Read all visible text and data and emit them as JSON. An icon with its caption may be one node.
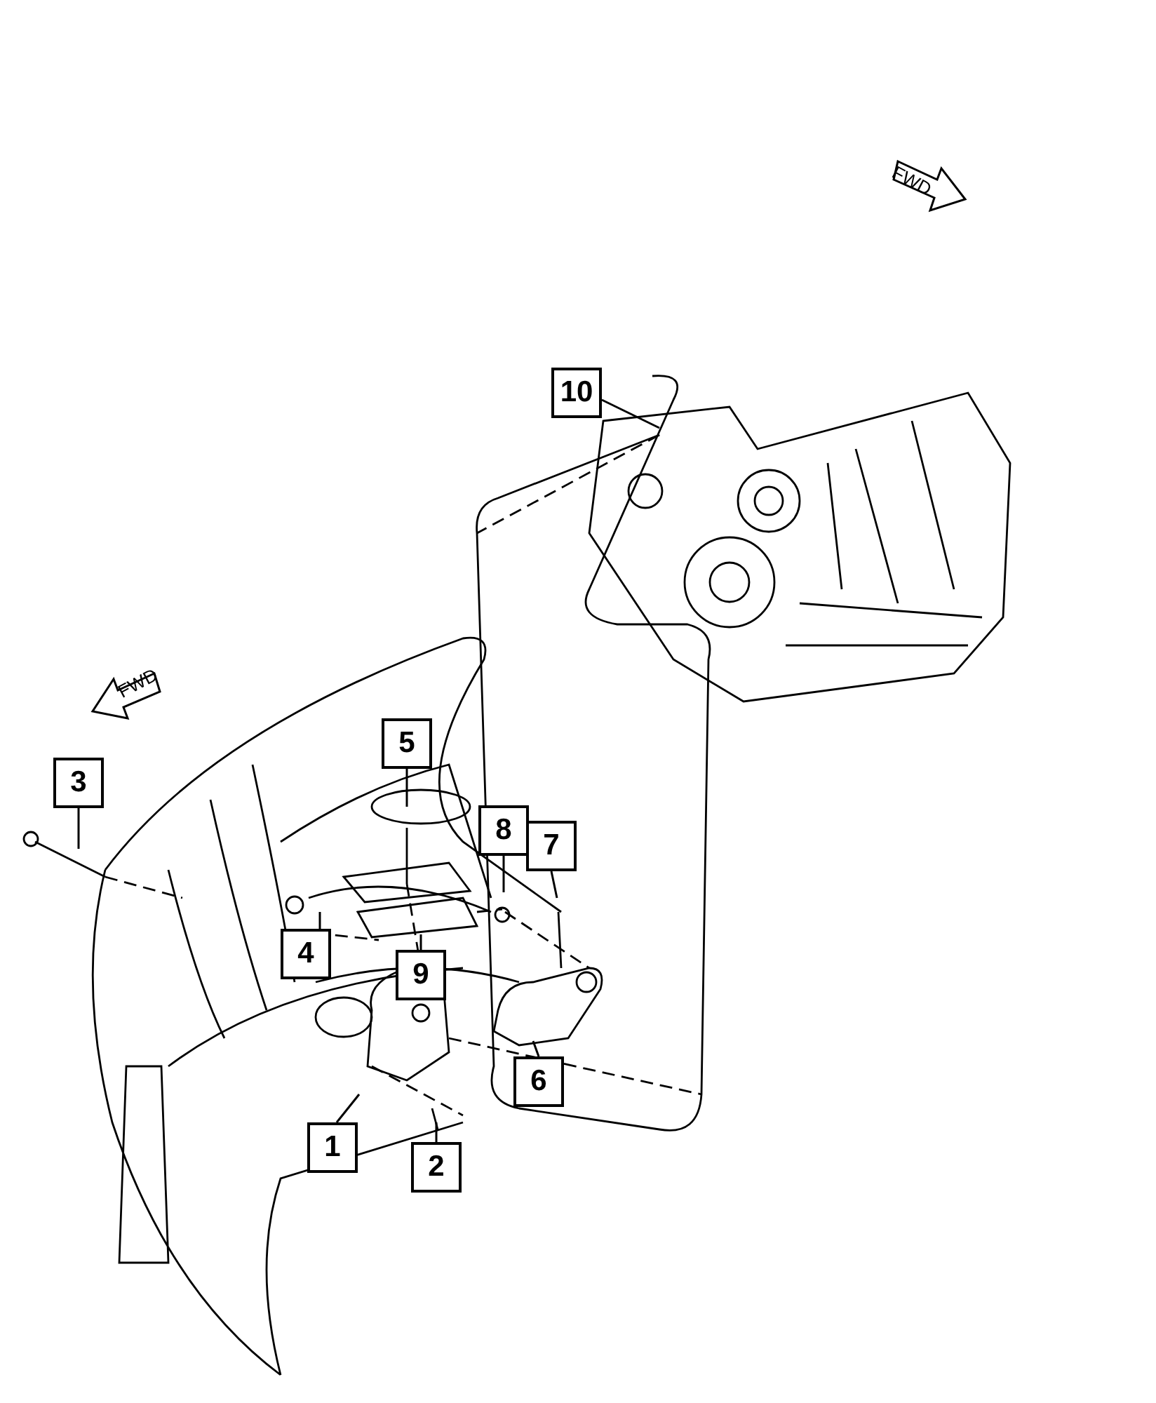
{
  "diagram": {
    "nodes": [
      {
        "text": [
          "10"
        ]
      },
      {
        "text": [
          "5"
        ]
      },
      {
        "text": [
          "3"
        ]
      },
      {
        "text": [
          "8"
        ]
      },
      {
        "text": [
          "7"
        ]
      },
      {
        "text": [
          "4"
        ]
      },
      {
        "text": [
          "9"
        ]
      },
      {
        "text": [
          "6"
        ]
      },
      {
        "text": [
          "1"
        ]
      },
      {
        "text": [
          "2"
        ]
      }
    ],
    "edges": [
      {
        "from": 0,
        "to": null,
        "arrow": "none"
      },
      {
        "from": 1,
        "to": null,
        "arrow": "none"
      },
      {
        "from": 2,
        "to": null,
        "arrow": "none"
      },
      {
        "from": 3,
        "to": null,
        "arrow": "none"
      },
      {
        "from": 4,
        "to": null,
        "arrow": "none"
      },
      {
        "from": 5,
        "to": null,
        "arrow": "none"
      },
      {
        "from": 6,
        "to": null,
        "arrow": "none"
      },
      {
        "from": 7,
        "to": null,
        "arrow": "none"
      },
      {
        "from": 8,
        "to": null,
        "arrow": "none"
      },
      {
        "from": 9,
        "to": null,
        "arrow": "none"
      }
    ],
    "labels": [
      "FWD",
      "FWD"
    ]
  }
}
